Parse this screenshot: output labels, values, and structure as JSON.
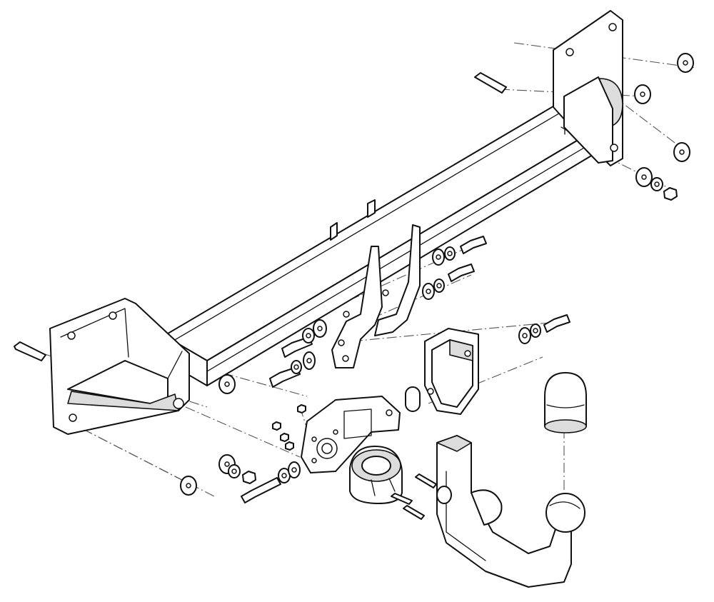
{
  "diagram": {
    "kind": "exploded-assembly-drawing",
    "labels": [],
    "colors": {
      "line": "#111111",
      "shade": "#dcdcdc",
      "axis": "#555555",
      "background": "#ffffff"
    },
    "parts": {
      "crossbar": "tow-bar-crossbeam",
      "left_plate": "left-mounting-plate",
      "right_plate": "right-mounting-plate",
      "brackets": "center-support-brackets",
      "socket_bracket": "socket-mounting-bracket",
      "receiver": "ball-neck-receiver",
      "ball_neck": "detachable-ball-neck",
      "ball_cap": "tow-ball-cap",
      "socket": "electrical-socket",
      "fasteners": [
        "bolt",
        "washer",
        "nut"
      ]
    }
  }
}
